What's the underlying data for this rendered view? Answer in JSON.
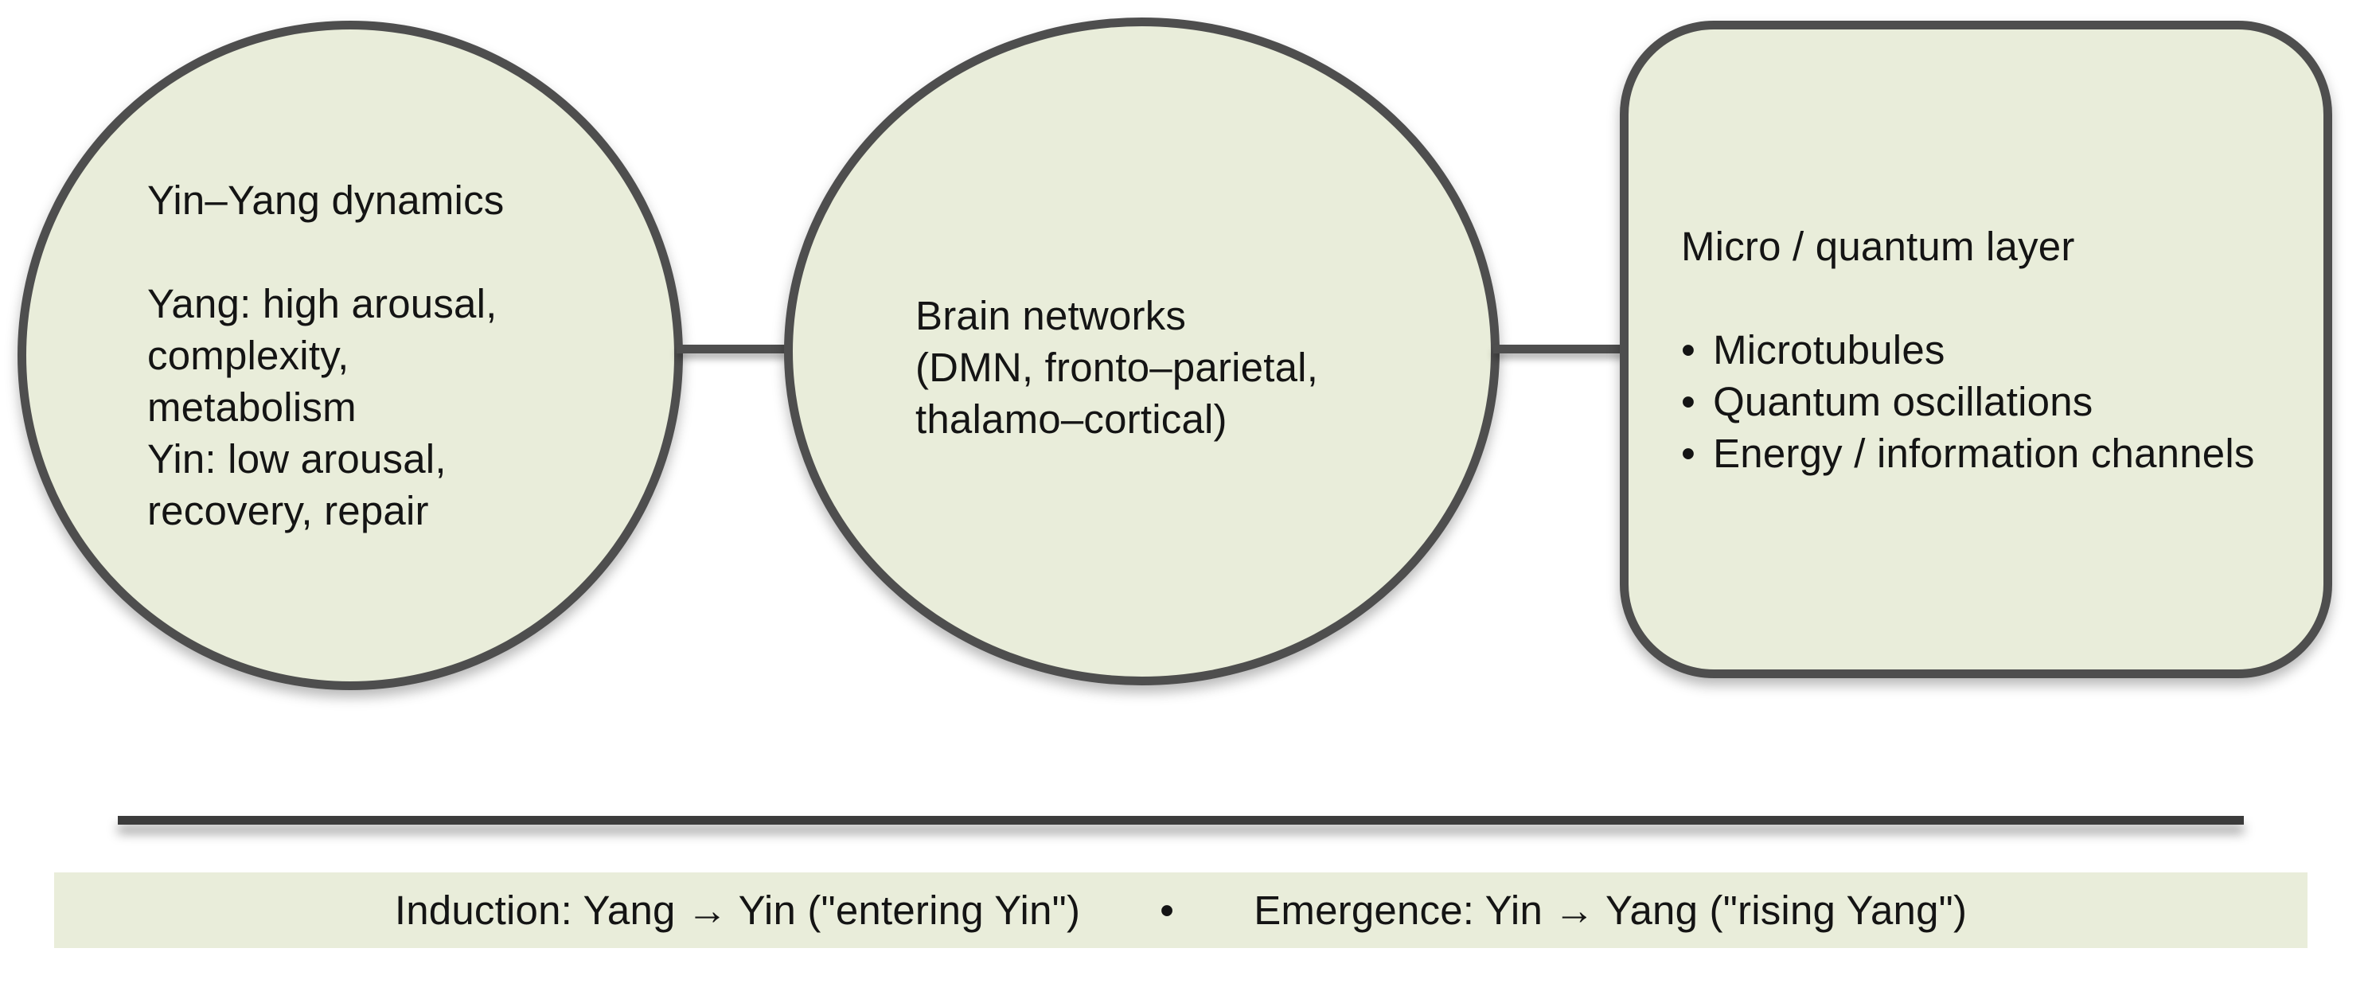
{
  "diagram": {
    "nodes": [
      {
        "id": "yin-yang-dynamics",
        "shape": "circle",
        "title": "Yin–Yang dynamics",
        "lines": [
          "Yang: high arousal,",
          "complexity,",
          "metabolism",
          "Yin: low arousal,",
          "recovery, repair"
        ]
      },
      {
        "id": "brain-networks",
        "shape": "circle",
        "lines": [
          "Brain networks",
          "(DMN, fronto–parietal,",
          "thalamo–cortical)"
        ]
      },
      {
        "id": "micro-quantum-layer",
        "shape": "rounded-rect",
        "title": "Micro / quantum layer",
        "bullet_char": "•",
        "bullets": [
          "Microtubules",
          "Quantum oscillations",
          "Energy / information channels"
        ]
      }
    ],
    "connectors": [
      {
        "from": "yin-yang-dynamics",
        "to": "brain-networks"
      },
      {
        "from": "brain-networks",
        "to": "micro-quantum-layer"
      }
    ]
  },
  "banner": {
    "induction": "Induction: Yang → Yin (\"entering Yin\")",
    "separator": "•",
    "emergence": "Emergence: Yin → Yang (\"rising Yang\")"
  },
  "colors": {
    "node_fill": "#e9edda",
    "node_stroke": "#4e4e4e",
    "separator_line": "#3b3b3b",
    "banner_fill": "#e9edda",
    "text": "#141414"
  }
}
